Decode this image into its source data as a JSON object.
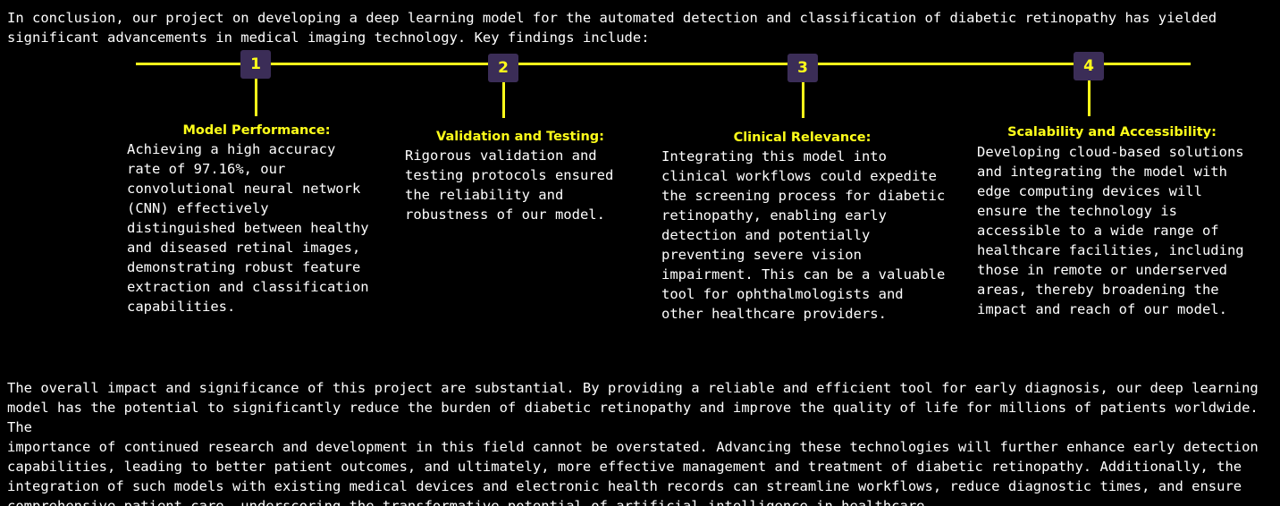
{
  "intro": {
    "text": "In conclusion, our project on developing a deep learning model for the automated detection and classification of diabetic retinopathy has yielded\nsignificant advancements in medical imaging technology. Key findings include:"
  },
  "colors": {
    "background": "#000000",
    "accent": "#ffff1a",
    "marker_fill": "#3b2d57",
    "text": "#ffffff"
  },
  "milestones": [
    {
      "number": "1",
      "title": "Model Performance:",
      "body": "Achieving a high accuracy\nrate of 97.16%, our\nconvolutional neural network\n(CNN) effectively\ndistinguished between healthy\nand diseased retinal images,\ndemonstrating robust feature\nextraction and classification\ncapabilities."
    },
    {
      "number": "2",
      "title": "Validation and Testing:",
      "body": "Rigorous validation and\ntesting protocols ensured\nthe reliability and\nrobustness of our model."
    },
    {
      "number": "3",
      "title": "Clinical Relevance:",
      "body": "Integrating this model into\nclinical workflows could expedite\nthe screening process for diabetic\nretinopathy, enabling early\ndetection and potentially\npreventing severe vision\nimpairment. This can be a valuable\ntool for ophthalmologists and\nother healthcare providers."
    },
    {
      "number": "4",
      "title": "Scalability and Accessibility:",
      "body": "Developing cloud-based solutions\nand integrating the model with\nedge computing devices will\nensure the technology is\naccessible to a wide range of\nhealthcare facilities, including\nthose in remote or underserved\nareas, thereby broadening the\nimpact and reach of our model."
    }
  ],
  "closing": {
    "text": "The overall impact and significance of this project are substantial. By providing a reliable and efficient tool for early diagnosis, our deep learning\nmodel has the potential to significantly reduce the burden of diabetic retinopathy and improve the quality of life for millions of patients worldwide. The\nimportance of continued research and development in this field cannot be overstated. Advancing these technologies will further enhance early detection\ncapabilities, leading to better patient outcomes, and ultimately, more effective management and treatment of diabetic retinopathy. Additionally, the\nintegration of such models with existing medical devices and electronic health records can streamline workflows, reduce diagnostic times, and ensure\ncomprehensive patient care, underscoring the transformative potential of artificial intelligence in healthcare."
  }
}
